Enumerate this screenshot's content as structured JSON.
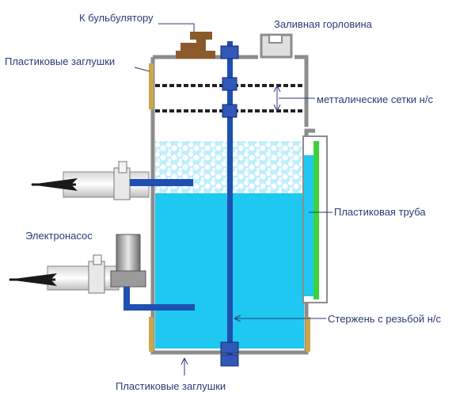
{
  "labels": {
    "bubbler": "К бульбулятору",
    "filler_neck": "Заливная горловина",
    "plugs_top": "Пластиковые заглушки",
    "meshes": "метталические сетки н/с",
    "plastic_tube": "Пластиковая труба",
    "pump": "Электронасос",
    "threaded_rod": "Стержень с резьбой н/с",
    "plugs_bottom": "Пластиковые заглушки"
  },
  "colors": {
    "water": "#1ec8f0",
    "foam": "#e4f6ff",
    "rod": "#1f4fb0",
    "tank_wall": "#8a8a8a",
    "plug": "#c9a84a",
    "pipe_brown": "#8b5a2b",
    "level_tube": "#3ad33a",
    "arrow": "#1a1a1a",
    "label_text": "#2b3a78"
  },
  "icons": {
    "outlet_arrow_top": "arrow-left-icon",
    "outlet_arrow_bottom": "arrow-left-icon",
    "pump": "electric-pump-icon"
  }
}
